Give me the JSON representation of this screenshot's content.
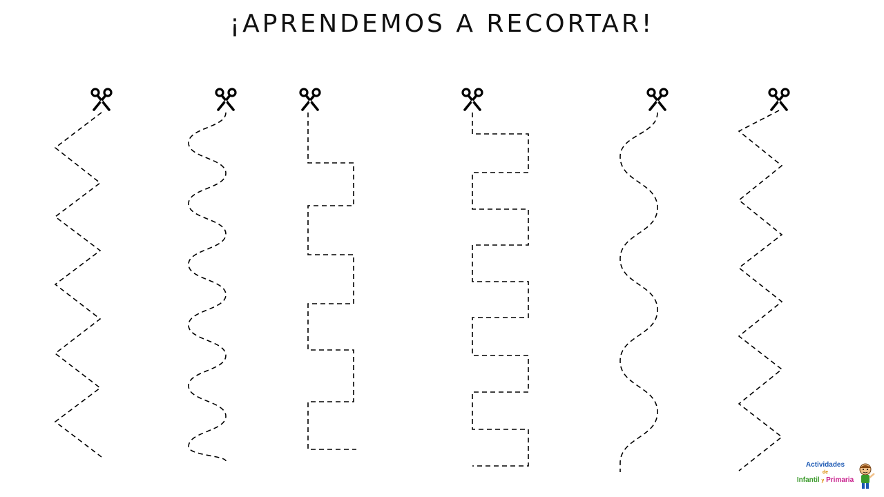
{
  "title": "¡APRENDEMOS A RECORTAR!",
  "lines": [
    {
      "pattern": "zigzag",
      "icon": "scissors-icon"
    },
    {
      "pattern": "small-wave",
      "icon": "scissors-icon"
    },
    {
      "pattern": "square-wave",
      "icon": "scissors-icon"
    },
    {
      "pattern": "comb",
      "icon": "scissors-icon"
    },
    {
      "pattern": "large-wave",
      "icon": "scissors-icon"
    },
    {
      "pattern": "zigzag",
      "icon": "scissors-icon"
    }
  ],
  "logo": {
    "line1": "Actividades",
    "line2": "de",
    "infantil": "Infantil",
    "y": "y",
    "primaria": "Primaria"
  }
}
